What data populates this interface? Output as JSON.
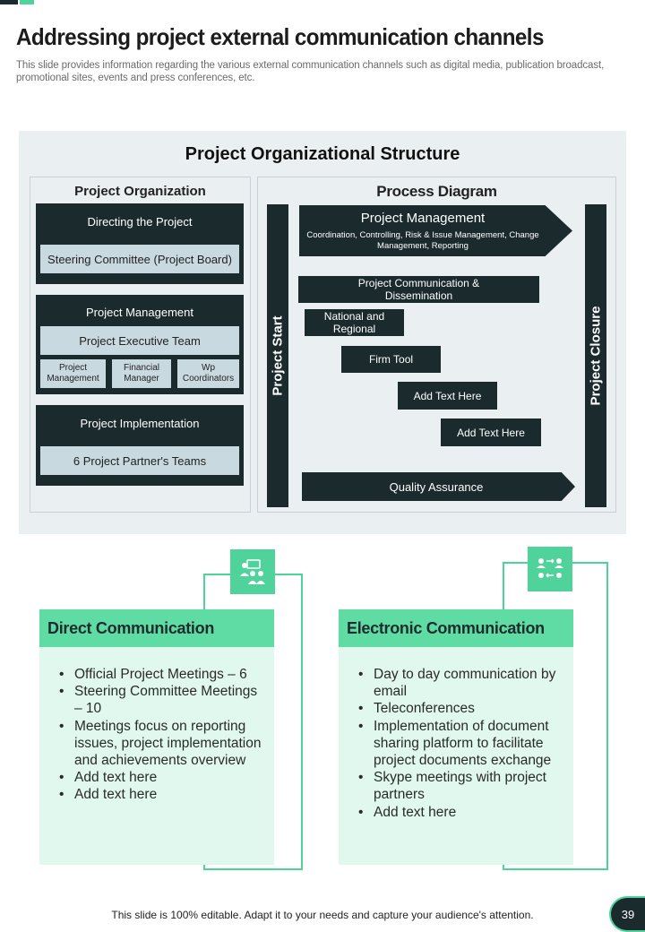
{
  "header": {
    "title": "Addressing project external communication channels",
    "subtitle": "This slide provides information regarding the various external communication channels such as digital media, publication broadcast, promotional sites, events and press conferences, etc."
  },
  "diagram": {
    "title": "Project Organizational  Structure",
    "organization": {
      "title": "Project Organization",
      "directing": {
        "label": "Directing the Project",
        "sub": "Steering Committee (Project Board)"
      },
      "management": {
        "label": "Project Management",
        "sub": "Project Executive Team",
        "roles": [
          "Project Management",
          "Financial Manager",
          "Wp Coordinators"
        ]
      },
      "implementation": {
        "label": "Project Implementation",
        "sub": "6 Project Partner's Teams"
      }
    },
    "process": {
      "title": "Process Diagram",
      "start_label": "Project Start",
      "closure_label": "Project Closure",
      "pm_title": "Project Management",
      "pm_sub": "Coordination, Controlling, Risk & Issue Management, Change Management, Reporting",
      "comm": "Project Communication & Dissemination",
      "national": "National and Regional",
      "firm": "Firm Tool",
      "add1": "Add Text Here",
      "add2": "Add Text Here",
      "qa": "Quality Assurance"
    }
  },
  "cards": {
    "direct": {
      "title": "Direct Communication",
      "icon": "meeting-icon",
      "items": [
        "Official Project Meetings – 6",
        "Steering Committee Meetings – 10",
        "Meetings focus on reporting issues, project implementation and achievements overview",
        "Add text here",
        "Add text here"
      ]
    },
    "electronic": {
      "title": "Electronic Communication",
      "icon": "network-icon",
      "items": [
        "Day to day communication by email",
        "Teleconferences",
        "Implementation  of document sharing platform to facilitate project documents exchange",
        "Skype meetings with project partners",
        "Add text here"
      ]
    }
  },
  "footer": {
    "text": "This slide is 100% editable. Adapt it to your needs and capture your audience's attention.",
    "page_number": "39"
  },
  "colors": {
    "dark": "#1b2a2d",
    "accent": "#4fd39a",
    "card_bg": "#e0f8ee",
    "panel_bg": "#eaeff2"
  }
}
